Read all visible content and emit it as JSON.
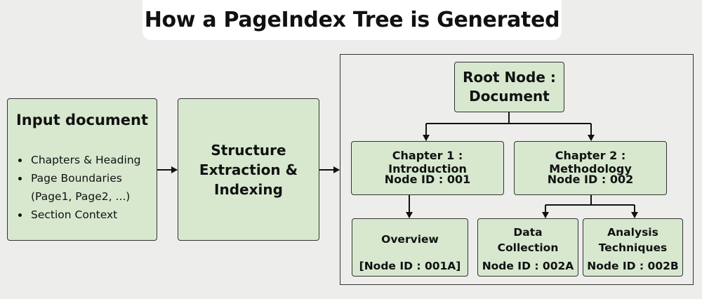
{
  "title": "How a PageIndex Tree is Generated",
  "input_document": {
    "heading": "Input document",
    "items": [
      "Chapters & Heading",
      "Page Boundaries",
      "(Page1, Page2, ...)",
      "Section Context"
    ]
  },
  "extraction": {
    "label": "Structure\nExtraction &\nIndexing"
  },
  "tree": {
    "root": {
      "line1": "Root Node :",
      "line2": "Document"
    },
    "chapter1": {
      "title": "Chapter 1 : Introduction",
      "node_id": "Node ID : 001"
    },
    "chapter2": {
      "title": "Chapter 2 : Methodology",
      "node_id": "Node ID : 002"
    },
    "overview": {
      "title": "Overview",
      "node_id": "[Node ID : 001A]"
    },
    "data_collection": {
      "line1": "Data",
      "line2": "Collection",
      "node_id": "Node ID : 002A"
    },
    "analysis": {
      "line1": "Analysis",
      "line2": "Techniques",
      "node_id": "Node ID : 002B"
    }
  },
  "colors": {
    "box_fill": "#d7e8cf",
    "background": "#ededeb",
    "stroke": "#111111"
  }
}
